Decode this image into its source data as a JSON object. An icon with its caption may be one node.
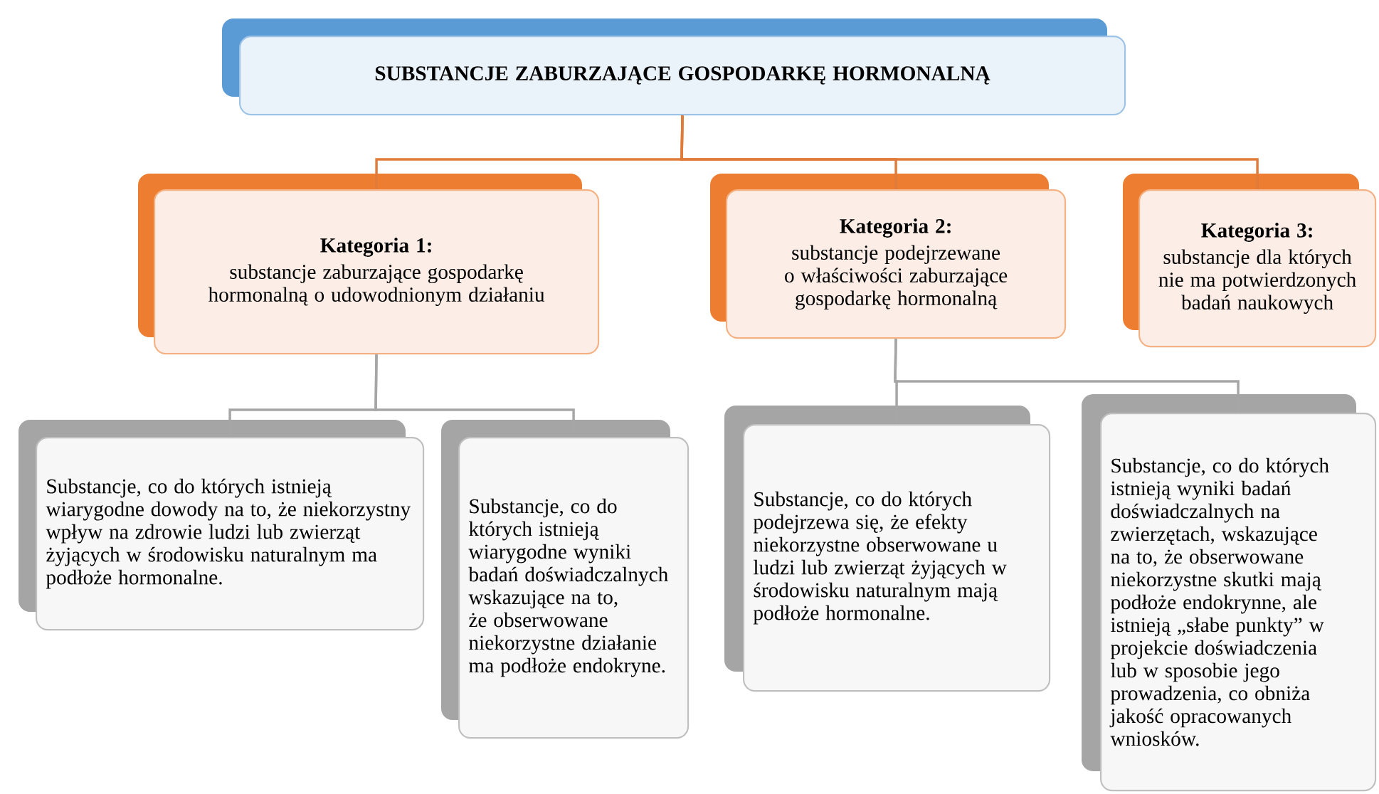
{
  "diagram": {
    "nodes": [
      {
        "text": [
          "SUBSTANCJE ZABURZAJĄCE GOSPODARKĘ HORMONALNĄ"
        ]
      },
      {
        "text": [
          "Kategoria 1:",
          "substancje zaburzające gospodarkę hormonalną o udowodnionym działaniu"
        ]
      },
      {
        "text": [
          "Kategoria 2:",
          "substancje podejrzewane o właściwości zaburzające gospodarkę hormonalną"
        ]
      },
      {
        "text": [
          "Kategoria 3:",
          "substancje dla których nie ma potwierdzonych badań naukowych"
        ]
      },
      {
        "text": [
          "Substancje, co do których istnieją wiarygodne dowody na to, że niekorzystny wpływ na zdrowie ludzi lub zwierząt żyjących w środowisku naturalnym ma podłoże hormonalne."
        ]
      },
      {
        "text": [
          "Substancje, co do których istnieją wiarygodne wyniki badań doświadczalnych wskazujące na to, że obserwowane niekorzystne działanie ma podłoże endokryne."
        ]
      },
      {
        "text": [
          "Substancje, co do których podejrzewa się, że efekty niekorzystne obserwowane u ludzi lub zwierząt żyjących w środowisku naturalnym mają podłoże hormonalne."
        ]
      },
      {
        "text": [
          "Substancje, co do których istnieją wyniki badań doświadczalnych na zwierzętach, wskazujące na to, że obserwowane niekorzystne skutki mają podłoże endokrynne, ale istnieją „słabe punkty” w projekcie doświadczenia lub w sposobie jego prowadzenia, co obniża jakość opracowanych wniosków."
        ]
      }
    ],
    "edges": [
      {
        "from": 0,
        "to": 1,
        "arrow": "none",
        "color": "#e07b39"
      },
      {
        "from": 0,
        "to": 2,
        "arrow": "none",
        "color": "#e07b39"
      },
      {
        "from": 0,
        "to": 3,
        "arrow": "none",
        "color": "#e07b39"
      },
      {
        "from": 1,
        "to": 4,
        "arrow": "none"
      },
      {
        "from": 1,
        "to": 5,
        "arrow": "none"
      },
      {
        "from": 2,
        "to": 6,
        "arrow": "none"
      },
      {
        "from": 2,
        "to": 7,
        "arrow": "none"
      }
    ]
  }
}
